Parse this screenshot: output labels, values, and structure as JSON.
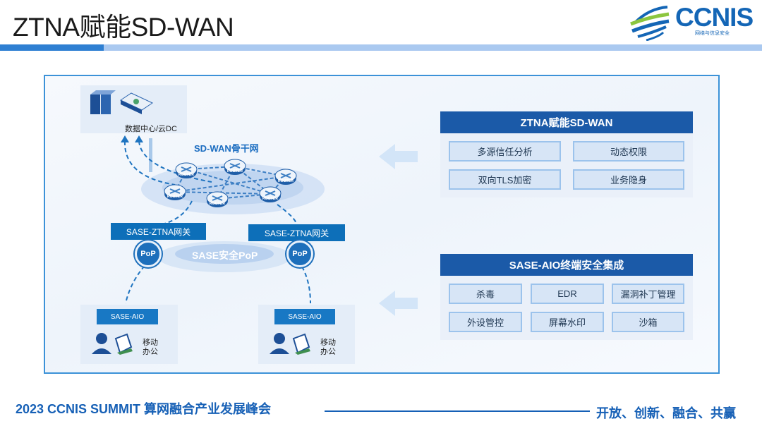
{
  "title": "ZTNA赋能SD-WAN",
  "logo": {
    "name": "CCNIS",
    "subtitle": "网络与信息安全"
  },
  "diagram": {
    "datacenter": "数据中心/云DC",
    "backbone": "SD-WAN骨干网",
    "router_label": "ROUTER",
    "gateways": [
      "SASE-ZTNA网关",
      "SASE-ZTNA网关"
    ],
    "pop": "PoP",
    "pop_zone": "SASE安全PoP",
    "endpoints": [
      {
        "agent": "SASE-AIO",
        "label1": "移动",
        "label2": "办公"
      },
      {
        "agent": "SASE-AIO",
        "label1": "移动",
        "label2": "办公"
      }
    ]
  },
  "panels": [
    {
      "title": "ZTNA赋能SD-WAN",
      "items": [
        "多源信任分析",
        "动态权限",
        "双向TLS加密",
        "业务隐身"
      ]
    },
    {
      "title": "SASE-AIO终端安全集成",
      "items": [
        "杀毒",
        "EDR",
        "漏洞补丁管理",
        "外设管控",
        "屏幕水印",
        "沙箱"
      ]
    }
  ],
  "footer": {
    "left": "2023 CCNIS SUMMIT 算网融合产业发展峰会",
    "right": "开放、创新、融合、共赢"
  },
  "colors": {
    "brand": "#1466b6",
    "panel_header": "#1b5aa8",
    "gateway": "#0d6fb9"
  }
}
